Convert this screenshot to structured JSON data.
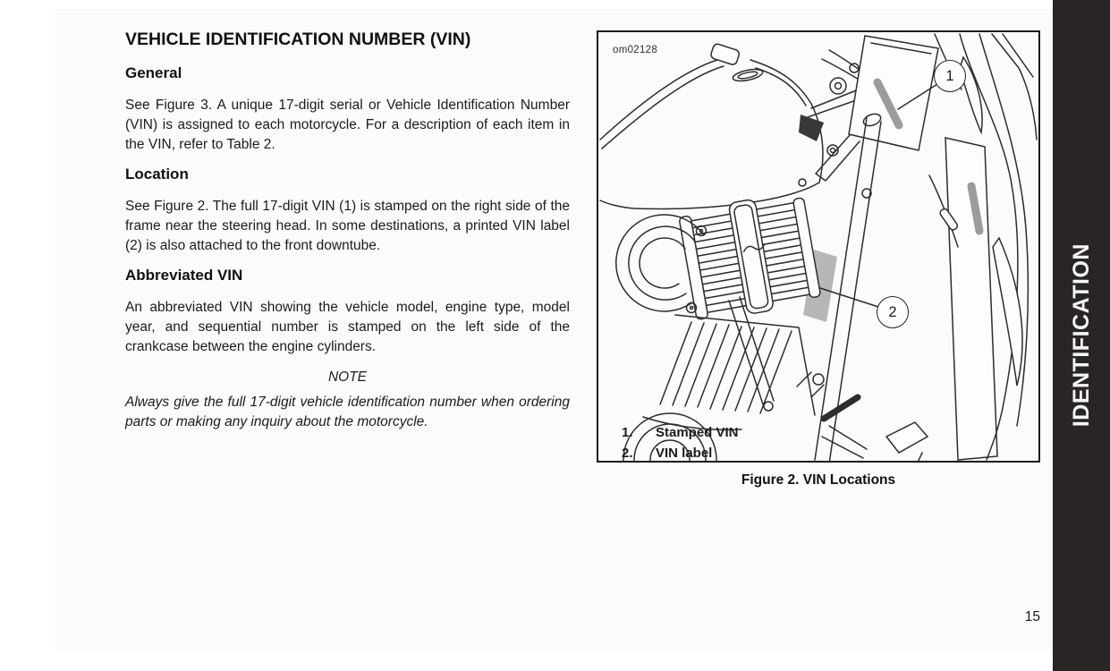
{
  "page": {
    "number": "15",
    "sidebar_label": "IDENTIFICATION"
  },
  "content": {
    "title": "VEHICLE IDENTIFICATION NUMBER (VIN)",
    "sections": [
      {
        "heading": "General",
        "paragraph": "See Figure 3. A unique 17-digit serial or Vehicle Identification Number (VIN) is assigned to each motorcycle. For a description of each item in the VIN, refer to Table 2."
      },
      {
        "heading": "Location",
        "paragraph": "See Figure 2. The full 17-digit VIN (1) is stamped on the right side of the frame near the steering head. In some destinations, a printed VIN label (2) is also attached to the front downtube."
      },
      {
        "heading": "Abbreviated VIN",
        "paragraph": "An abbreviated VIN showing the vehicle model, engine type, model year, and sequential number is stamped on the left side of the crankcase between the engine cylinders."
      }
    ],
    "note": {
      "label": "NOTE",
      "text": "Always give the full 17-digit vehicle identification number when ordering parts or making any inquiry about the motorcycle."
    }
  },
  "figure": {
    "image_code": "om02128",
    "callouts": [
      "1",
      "2"
    ],
    "legend": [
      {
        "num": "1.",
        "label": "Stamped VIN"
      },
      {
        "num": "2.",
        "label": "VIN label"
      }
    ],
    "caption": "Figure 2. VIN Locations"
  },
  "colors": {
    "sidebar_background": "#2a2525",
    "sidebar_text": "#f5f5f5",
    "page_background": "#fbfbfb",
    "line_art": "#2d2d2d",
    "vin_label_gray": "#b7b7b7"
  }
}
